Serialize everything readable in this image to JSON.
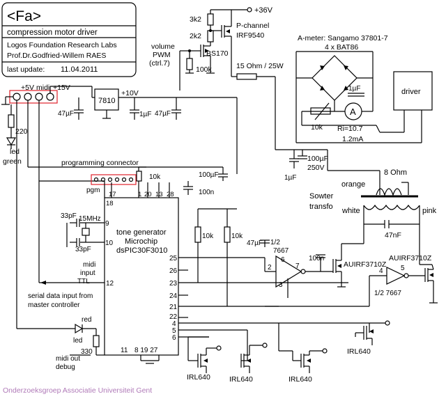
{
  "title_block": {
    "name": "<Fa>",
    "subtitle": "compression motor driver",
    "lab": "Logos Foundation Research Labs",
    "author": "Prof.Dr.Godfried-Willem RAES",
    "update_label": "last update:",
    "update_date": "11.04.2011"
  },
  "power": {
    "v36": "+36V",
    "r3k2": "3k2",
    "r2k2": "2k2",
    "pchannel": "P-channel",
    "irf9540": "IRF9540",
    "bs170": "BS170",
    "r100k": "100k",
    "volume": "volume",
    "pwm": "PWM",
    "ctrl7": "(ctrl.7)",
    "r15ohm": "15 Ohm / 25W",
    "v5": "+5V",
    "midi": "midi",
    "v15": "+15V",
    "reg7810": "7810",
    "v10": "+10V",
    "c47uf_a": "47µF",
    "c1uf_a": "1µF",
    "c47uf_b": "47µF",
    "r220": "220",
    "led_a": "led",
    "green": "green"
  },
  "meter": {
    "label": "A-meter: Sangamo 37801-7",
    "diodes": "4 x BAT86",
    "c1uf": "1µF",
    "ammeter": "A",
    "r10k": "10k",
    "ri": "Ri=10.7",
    "current": "1.2mA",
    "driver": "driver"
  },
  "mcu": {
    "prog_conn": "programming connector",
    "pgm": "pgm",
    "r10k": "10k",
    "c100uf_small": "100µF",
    "c100n_a": "100n",
    "pins_top": [
      "17",
      "18",
      "1",
      "20",
      "13",
      "28"
    ],
    "c33pf_a": "33pF",
    "crystal": "15MHz",
    "c33pf_b": "33pF",
    "pin9": "9",
    "pin10": "10",
    "label1": "tone generator",
    "label2": "Microchip",
    "label3": "dsPIC30F3010",
    "midi_input": "midi",
    "input_label": "input",
    "ttl": "TTL",
    "pin12": "12",
    "serial1": "serial data input from",
    "serial2": "master controller",
    "pins_right": [
      "25",
      "26",
      "23",
      "24",
      "21",
      "22",
      "4",
      "5",
      "6"
    ],
    "red": "red",
    "led_b": "led",
    "r330": "330",
    "midi_out1": "midi out",
    "midi_out2": "debug",
    "pin11": "11",
    "pins_bottom": "8 19 27",
    "r10k_a": "10k",
    "r10k_b": "10k"
  },
  "output": {
    "c100uf": "100µF",
    "v250": "250V",
    "c1uf": "1µF",
    "ohm8": "8 Ohm",
    "orange": "orange",
    "sowter": "Sowter",
    "transfo": "transfo",
    "white": "white",
    "pink": "pink",
    "c47nf": "47nF",
    "c47uf": "47µF",
    "half_a": "1/2",
    "ic7667_a": "7667",
    "pin2": "2",
    "pin6": "6",
    "pin7": "7",
    "pin3": "3",
    "c100n": "100n",
    "mosfet1": "AUIRF3710Z",
    "mosfet2": "AUIRF3710Z",
    "pin4": "4",
    "pin5": "5",
    "half_b": "1/2 7667",
    "irl640": [
      "IRL640",
      "IRL640",
      "IRL640",
      "IRL640"
    ]
  },
  "footer": "Onderzoeksgroep Associatie Universiteit Gent",
  "colors": {
    "line": "#000000",
    "header": "#e0202a",
    "footer": "#b07ab8"
  }
}
